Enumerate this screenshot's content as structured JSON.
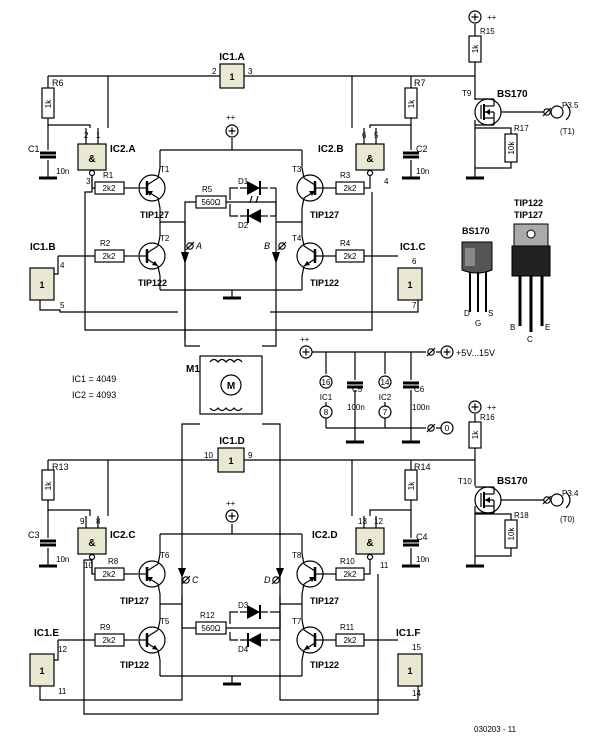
{
  "gates": {
    "ic1a": "IC1.A",
    "ic1a_in": "2",
    "ic1a_out": "3",
    "ic1b": "IC1.B",
    "ic1b_in": "4",
    "ic1b_out": "5",
    "ic1c": "IC1.C",
    "ic1c_in": "6",
    "ic1c_out": "7",
    "ic1d": "IC1.D",
    "ic1d_in": "10",
    "ic1d_out": "9",
    "ic1e": "IC1.E",
    "ic1e_in": "12",
    "ic1e_out": "11",
    "ic1f": "IC1.F",
    "ic1f_in": "15",
    "ic1f_out": "14",
    "buffer_symbol": "1",
    "ic2a": "IC2.A",
    "ic2a_p1": "2",
    "ic2a_p2": "1",
    "ic2a_out": "3",
    "ic2b": "IC2.B",
    "ic2b_p1": "6",
    "ic2b_p2": "5",
    "ic2b_out": "4",
    "ic2c": "IC2.C",
    "ic2c_p1": "9",
    "ic2c_p2": "8",
    "ic2c_out": "10",
    "ic2d": "IC2.D",
    "ic2d_p1": "13",
    "ic2d_p2": "12",
    "ic2d_out": "11",
    "nand_symbol": "&"
  },
  "resistors": {
    "r1": "R1",
    "r1_val": "2k2",
    "r2": "R2",
    "r2_val": "2k2",
    "r3": "R3",
    "r3_val": "2k2",
    "r4": "R4",
    "r4_val": "2k2",
    "r5": "R5",
    "r5_val": "560Ω",
    "r6": "R6",
    "r6_val": "1k",
    "r7": "R7",
    "r7_val": "1k",
    "r8": "R8",
    "r8_val": "2k2",
    "r9": "R9",
    "r9_val": "2k2",
    "r10": "R10",
    "r10_val": "2k2",
    "r11": "R11",
    "r11_val": "2k2",
    "r12": "R12",
    "r12_val": "560Ω",
    "r13": "R13",
    "r13_val": "1k",
    "r14": "R14",
    "r14_val": "1k",
    "r15": "R15",
    "r15_val": "1k",
    "r16": "R16",
    "r16_val": "1k",
    "r17": "R17",
    "r17_val": "10k",
    "r18": "R18",
    "r18_val": "10k"
  },
  "capacitors": {
    "c1": "C1",
    "c1_val": "10n",
    "c2": "C2",
    "c2_val": "10n",
    "c3": "C3",
    "c3_val": "10n",
    "c4": "C4",
    "c4_val": "10n",
    "c5": "C5",
    "c5_val": "100n",
    "c6": "C6",
    "c6_val": "100n"
  },
  "transistors": {
    "t1": "T1",
    "t1_type": "TIP127",
    "t2": "T2",
    "t2_type": "TIP122",
    "t3": "T3",
    "t3_type": "TIP127",
    "t4": "T4",
    "t4_type": "TIP122",
    "t5": "T5",
    "t5_type": "TIP122",
    "t6": "T6",
    "t6_type": "TIP127",
    "t7": "T7",
    "t7_type": "TIP122",
    "t8": "T8",
    "t8_type": "TIP127",
    "t9": "T9",
    "t9_type": "BS170",
    "t10": "T10",
    "t10_type": "BS170"
  },
  "diodes": {
    "d1": "D1",
    "d2": "D2",
    "d3": "D3",
    "d4": "D4"
  },
  "nodes": {
    "a": "A",
    "b": "B",
    "c": "C",
    "d": "D"
  },
  "motor": {
    "ref": "M1",
    "symbol": "M"
  },
  "power": {
    "vcc": "++",
    "supply_range": "+5V...15V",
    "zero": "0",
    "ic1": "IC1",
    "ic1_vdd": "16",
    "ic1_vss": "8",
    "ic2": "IC2",
    "ic2_vdd": "14",
    "ic2_vss": "7"
  },
  "ports": {
    "p35": "P3.5",
    "t1": "(T1)",
    "p34": "P3.4",
    "t0": "(T0)"
  },
  "notes": {
    "ic1": "IC1 = 4049",
    "ic2": "IC2 = 4093"
  },
  "packages": {
    "bs170": "BS170",
    "tip_title_1": "TIP122",
    "tip_title_2": "TIP127",
    "pin_d": "D",
    "pin_g": "G",
    "pin_s": "S",
    "pin_b": "B",
    "pin_c": "C",
    "pin_e": "E"
  },
  "footer": {
    "code": "030203 - 11"
  }
}
